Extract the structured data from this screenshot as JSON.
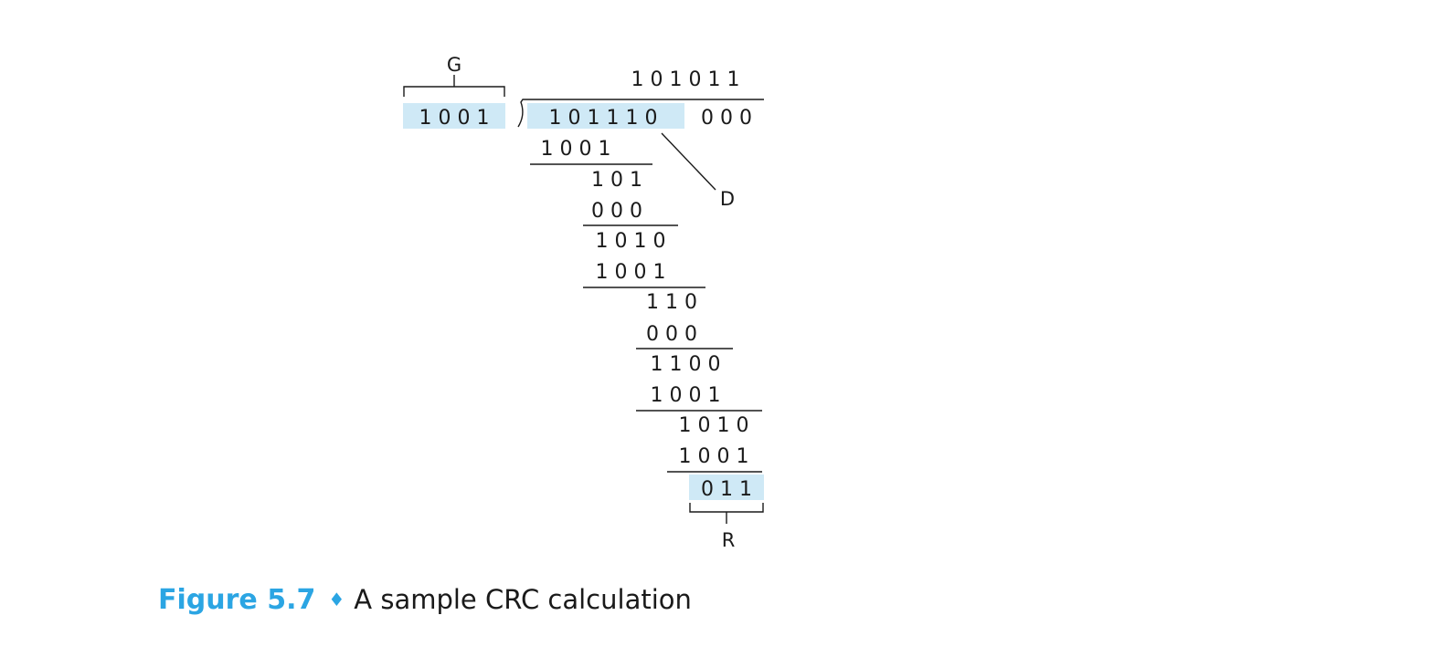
{
  "labels": {
    "g": "G",
    "d": "D",
    "r": "R"
  },
  "divisor": "1 0 0 1",
  "quotient": "1 0 1 0 1 1",
  "dividend": {
    "data_part": "1 0 1 1 1 0",
    "padding": "0 0 0"
  },
  "steps": [
    {
      "subtrahend": "1 0 0 1",
      "result": "1 0 1"
    },
    {
      "subtrahend": "0 0 0",
      "result": "1 0 1 0"
    },
    {
      "subtrahend": "1 0 0 1",
      "result": "1 1 0"
    },
    {
      "subtrahend": "0 0 0",
      "result": "1 1 0 0"
    },
    {
      "subtrahend": "1 0 0 1",
      "result": "1 0 1 0"
    },
    {
      "subtrahend": "1 0 0 1",
      "result": "0 1 1"
    }
  ],
  "caption": {
    "figure": "Figure 5.7",
    "bullet": "♦",
    "text": "A sample CRC calculation"
  },
  "colors": {
    "highlight": "#cfe9f6",
    "accent": "#2ba5e3",
    "text": "#1a1a1a"
  }
}
